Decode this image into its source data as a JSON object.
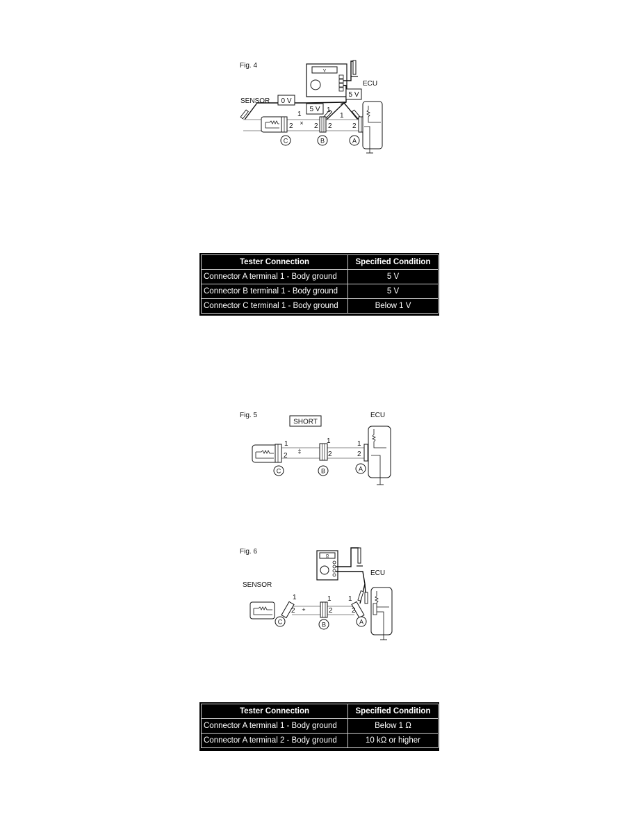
{
  "figures": [
    {
      "id": "fig4",
      "caption": "Fig. 4",
      "labels": {
        "sensor": "SENSOR",
        "ecu": "ECU",
        "sensor_voltage": "0 V",
        "mid_voltage": "5 V",
        "ecu_voltage": "5 V",
        "meter_mode": "V"
      },
      "connectors": [
        "C",
        "B",
        "A"
      ],
      "terminals": {
        "t1": "1",
        "t2": "2"
      }
    },
    {
      "id": "fig5",
      "caption": "Fig. 5",
      "labels": {
        "short": "SHORT",
        "ecu": "ECU"
      },
      "connectors": [
        "C",
        "B",
        "A"
      ],
      "terminals": {
        "t1": "1",
        "t2": "2"
      }
    },
    {
      "id": "fig6",
      "caption": "Fig. 6",
      "labels": {
        "sensor": "SENSOR",
        "ecu": "ECU",
        "meter_mode": "Ω"
      },
      "connectors": [
        "C",
        "B",
        "A"
      ],
      "terminals": {
        "t1": "1",
        "t2": "2"
      }
    }
  ],
  "tables": [
    {
      "id": "voltage-table",
      "headers": [
        "Tester Connection",
        "Specified Condition"
      ],
      "rows": [
        [
          "Connector A terminal 1 - Body ground",
          "5 V"
        ],
        [
          "Connector B terminal 1 - Body ground",
          "5 V"
        ],
        [
          "Connector C terminal 1 - Body ground",
          "Below 1 V"
        ]
      ]
    },
    {
      "id": "resistance-table",
      "headers": [
        "Tester Connection",
        "Specified Condition"
      ],
      "rows": [
        [
          "Connector A terminal 1 - Body ground",
          "Below 1 Ω"
        ],
        [
          "Connector A terminal 2 - Body ground",
          "10 kΩ or higher"
        ]
      ]
    }
  ]
}
